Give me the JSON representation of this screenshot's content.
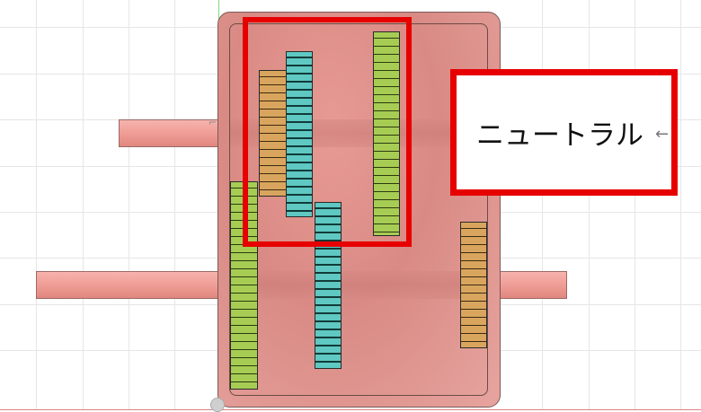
{
  "app": {
    "title": ""
  },
  "annotation": {
    "label_text": "ニュートラル",
    "arrow_glyph": "←",
    "highlight_color": "#e60000"
  },
  "gears": [
    {
      "name": "orange-gear-upper",
      "color": "orange"
    },
    {
      "name": "teal-gear-upper",
      "color": "teal"
    },
    {
      "name": "lime-gear-upper",
      "color": "lime"
    },
    {
      "name": "lime-gear-lower",
      "color": "lime"
    },
    {
      "name": "teal-gear-lower",
      "color": "teal"
    },
    {
      "name": "orange-gear-lower",
      "color": "orange"
    }
  ],
  "colors": {
    "housing": "#e79a93",
    "shaft": "#ee9b94",
    "gear_orange": "#d9a55e",
    "gear_teal": "#5fc8c2",
    "gear_lime": "#a7cc54"
  },
  "icons": {
    "origin": "origin-pivot-icon",
    "arrow": "left-arrow-icon"
  }
}
